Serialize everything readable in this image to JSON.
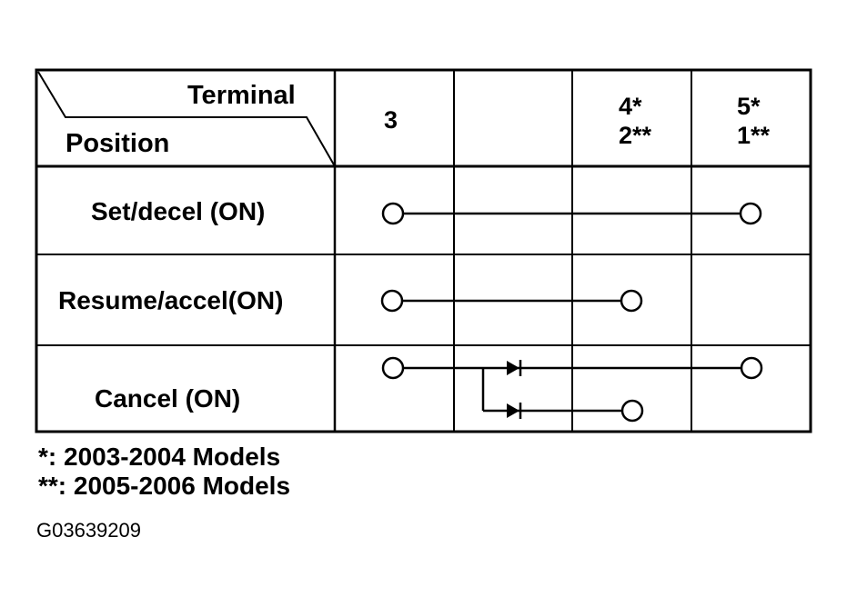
{
  "table": {
    "corner_top": "Terminal",
    "corner_bottom": "Position",
    "terminals": [
      {
        "line1": "3",
        "line2": ""
      },
      {
        "line1": "",
        "line2": ""
      },
      {
        "line1": "4*",
        "line2": "2**"
      },
      {
        "line1": "5*",
        "line2": "1**"
      }
    ],
    "positions": [
      "Set/decel (ON)",
      "Resume/accel(ON)",
      "Cancel (ON)"
    ]
  },
  "footnotes": [
    "*: 2003-2004 Models",
    "**: 2005-2006 Models"
  ],
  "figure_code": "G03639209"
}
